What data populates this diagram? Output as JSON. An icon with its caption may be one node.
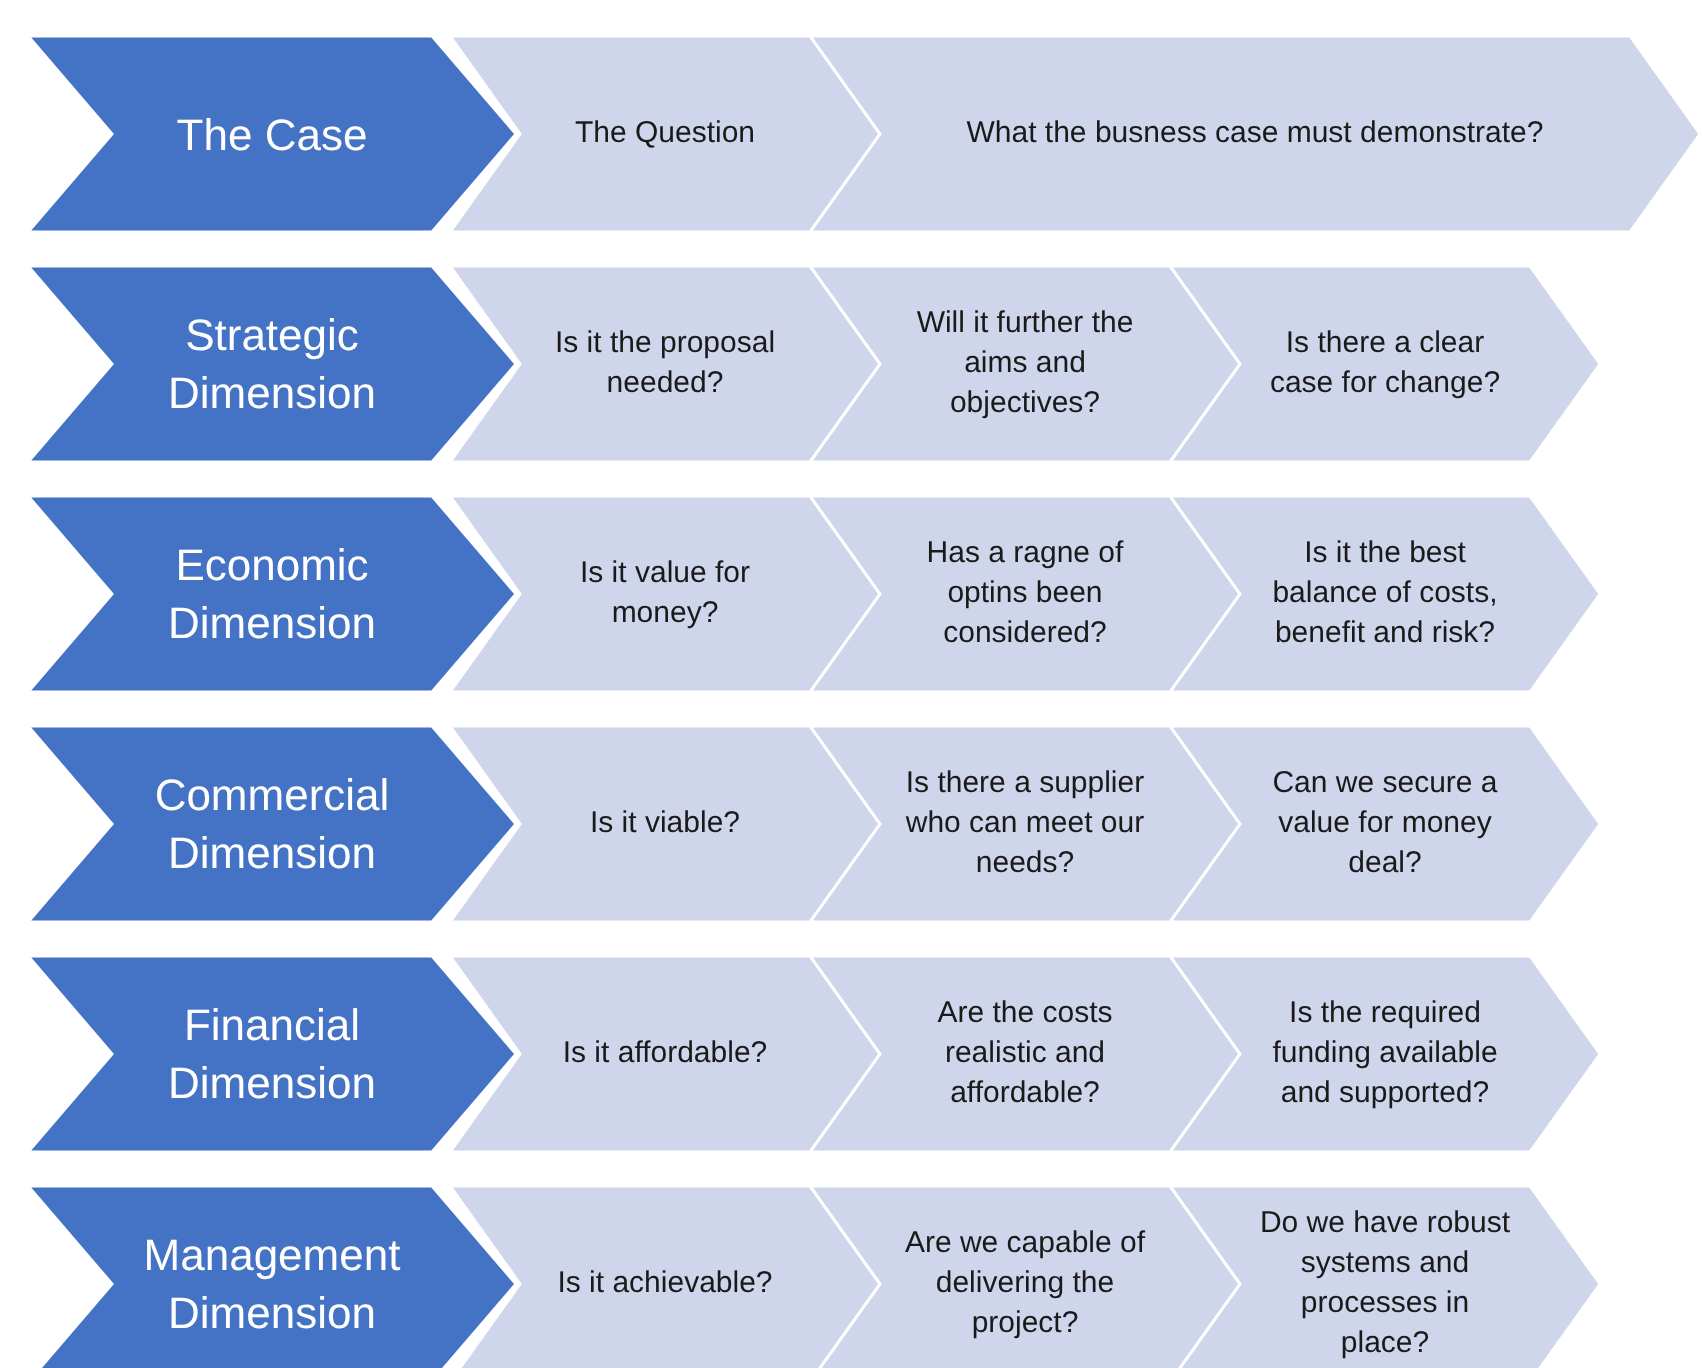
{
  "diagram": {
    "nodes": [
      {
        "text": [
          "The Case"
        ]
      },
      {
        "text": [
          "The Question"
        ]
      },
      {
        "text": [
          "What the busness case must demonstrate?"
        ]
      },
      {
        "text": [
          "Strategic Dimension"
        ]
      },
      {
        "text": [
          "Is it the proposal needed?"
        ]
      },
      {
        "text": [
          "Will it further the aims and objectives?"
        ]
      },
      {
        "text": [
          "Is there a clear case for change?"
        ]
      },
      {
        "text": [
          "Economic Dimension"
        ]
      },
      {
        "text": [
          "Is it value for money?"
        ]
      },
      {
        "text": [
          "Has a ragne of optins been considered?"
        ]
      },
      {
        "text": [
          "Is it the best balance of costs, benefit and risk?"
        ]
      },
      {
        "text": [
          "Commercial Dimension"
        ]
      },
      {
        "text": [
          "Is it viable?"
        ]
      },
      {
        "text": [
          "Is there a supplier who can meet our needs?"
        ]
      },
      {
        "text": [
          "Can we secure a value for money deal?"
        ]
      },
      {
        "text": [
          "Financial Dimension"
        ]
      },
      {
        "text": [
          "Is it affordable?"
        ]
      },
      {
        "text": [
          "Are the costs realistic and affordable?"
        ]
      },
      {
        "text": [
          "Is the required funding available and supported?"
        ]
      },
      {
        "text": [
          "Management Dimension"
        ]
      },
      {
        "text": [
          "Is it achievable?"
        ]
      },
      {
        "text": [
          "Are we capable of delivering the project?"
        ]
      },
      {
        "text": [
          "Do we have robust systems and processes in place?"
        ]
      }
    ]
  }
}
